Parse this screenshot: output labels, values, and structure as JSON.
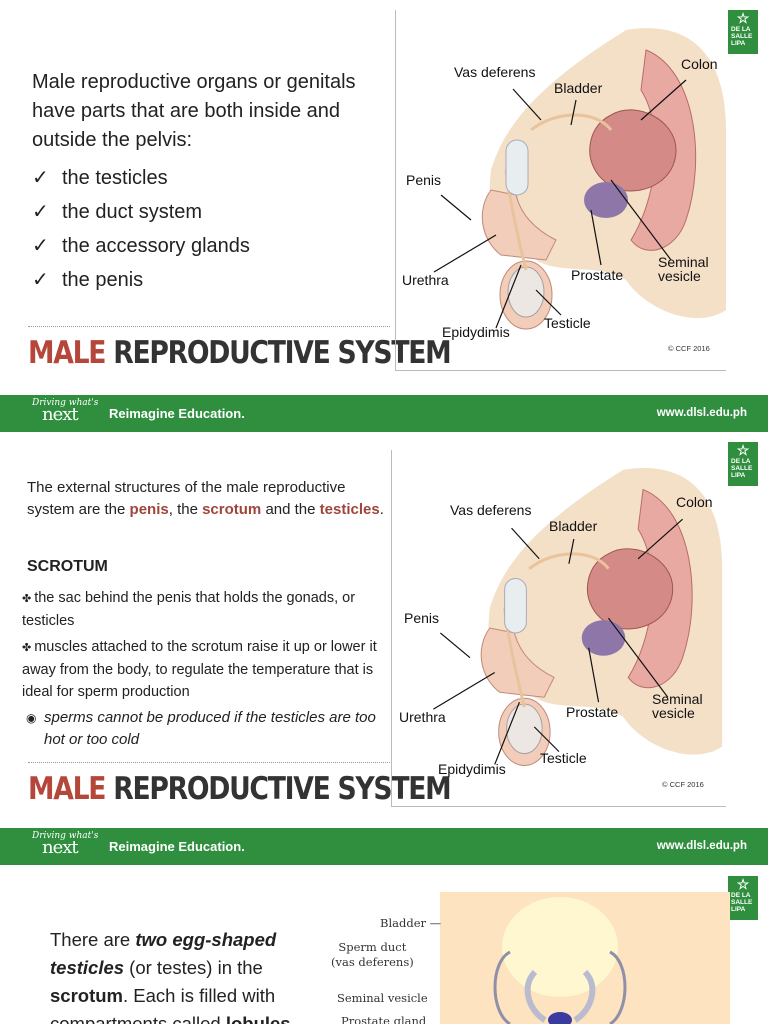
{
  "logo": {
    "text": "DE LA SALLE LIPA"
  },
  "footer": {
    "brand_top": "Driving what's",
    "brand_big": "next",
    "tagline": "Reimagine Education.",
    "url": "www.dlsl.edu.ph"
  },
  "slide1": {
    "intro": "Male reproductive organs or genitals have parts that are both inside and outside the pelvis:",
    "checklist": [
      "the testicles",
      "the duct system",
      "the accessory glands",
      "the penis"
    ],
    "title_a": "MALE",
    "title_b": "REPRODUCTIVE SYSTEM"
  },
  "diagram": {
    "labels": {
      "vas": "Vas deferens",
      "bladder": "Bladder",
      "colon": "Colon",
      "penis": "Penis",
      "seminal": "Seminal\nvesicle",
      "prostate": "Prostate",
      "urethra": "Urethra",
      "testicle": "Testicle",
      "epididymis": "Epidydimis"
    },
    "copyright": "© CCF 2016"
  },
  "slide2": {
    "intro_a": "The external structures of the male reproductive system are the ",
    "penis": "penis",
    "comma": ", the ",
    "scrotum": "scrotum",
    "and": " and the ",
    "testicles": "testicles",
    "dot": ".",
    "heading": "SCROTUM",
    "bullet1": "the sac behind the penis that holds the gonads, or testicles",
    "bullet2": "muscles attached to the scrotum raise it up or lower it away from the body, to regulate the temperature that is ideal for sperm production",
    "sub": "sperms cannot be produced if the testicles are too hot or too cold",
    "title_a": "MALE",
    "title_b": "REPRODUCTIVE SYSTEM"
  },
  "slide3": {
    "t1": "There are ",
    "t2": "two egg-shaped testicles",
    "t3": " (or testes) in the ",
    "t4": "scrotum",
    "t5": ". Each is filled with compartments called ",
    "t6": "lobules",
    "diagram_labels": {
      "bladder": "Bladder",
      "sperm_duct": "Sperm duct\n(vas deferens)",
      "seminal": "Seminal vesicle",
      "prostate": "Prostate gland"
    }
  }
}
